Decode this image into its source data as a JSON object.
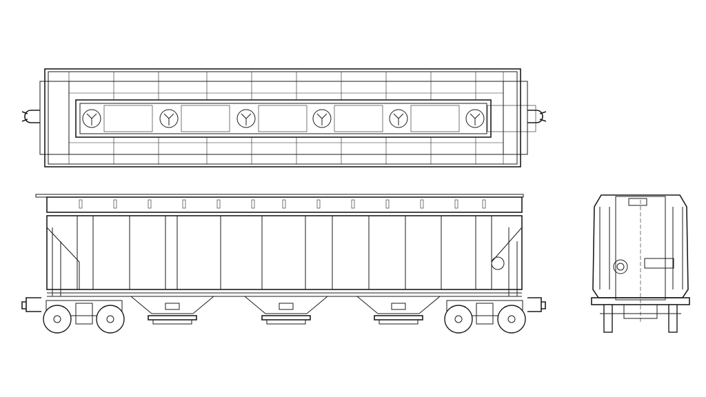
{
  "drawing": {
    "subject": "",
    "line_color": "#1a1a1a",
    "background_color": "#ffffff",
    "views": [
      "top",
      "side",
      "end"
    ]
  }
}
